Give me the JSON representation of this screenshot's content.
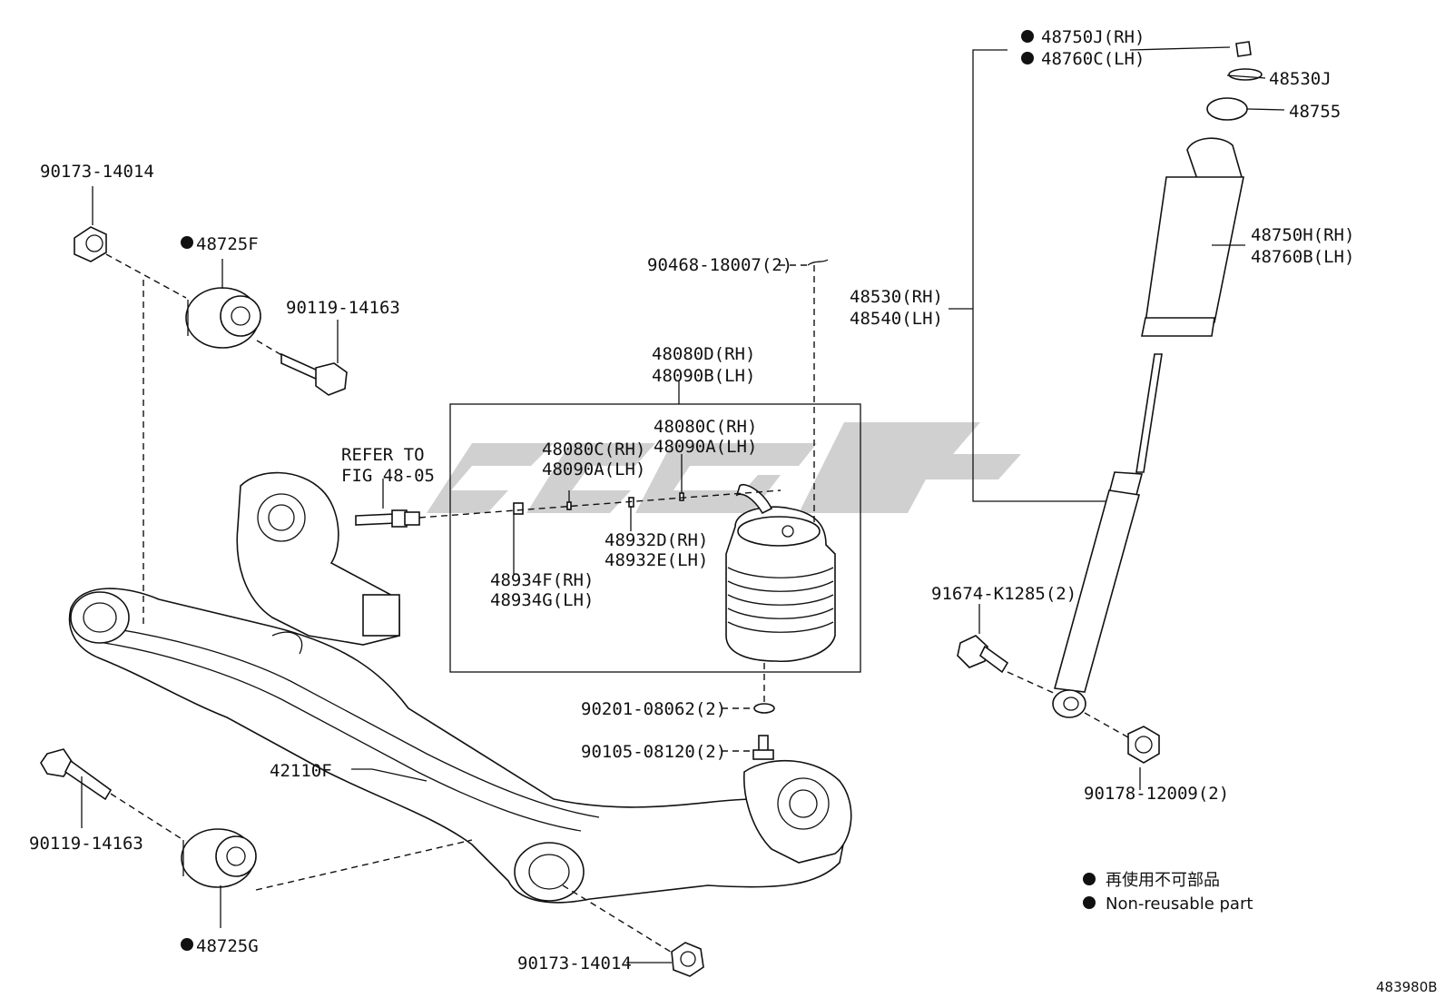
{
  "diagram_code": "483980B",
  "legend": {
    "line1": "再使用不可部品",
    "line2": "Non-reusable part",
    "marker_color": "#111111"
  },
  "labels": {
    "p90173_top": "90173-14014",
    "p48725F": "48725F",
    "p90119_top": "90119-14163",
    "p90468": "90468-18007(2)",
    "p48080D": "48080D(RH)",
    "p48090B": "48090B(LH)",
    "refer1": "REFER TO",
    "refer2": "FIG 48-05",
    "p48080C_a": "48080C(RH)",
    "p48090A_a": "48090A(LH)",
    "p48080C_b": "48080C(RH)",
    "p48090A_b": "48090A(LH)",
    "p48932D": "48932D(RH)",
    "p48932E": "48932E(LH)",
    "p48934F": "48934F(RH)",
    "p48934G": "48934G(LH)",
    "p90201": "90201-08062(2)",
    "p90105": "90105-08120(2)",
    "p42110F": "42110F",
    "p90119_bot": "90119-14163",
    "p48725G": "48725G",
    "p90173_bot": "90173-14014",
    "p48750J": "48750J(RH)",
    "p48760C": "48760C(LH)",
    "p48530J": "48530J",
    "p48755": "48755",
    "p48750H": "48750H(RH)",
    "p48760B": "48760B(LH)",
    "p48530": "48530(RH)",
    "p48540": "48540(LH)",
    "p91674": "91674-K1285(2)",
    "p90178": "90178-12009(2)"
  }
}
